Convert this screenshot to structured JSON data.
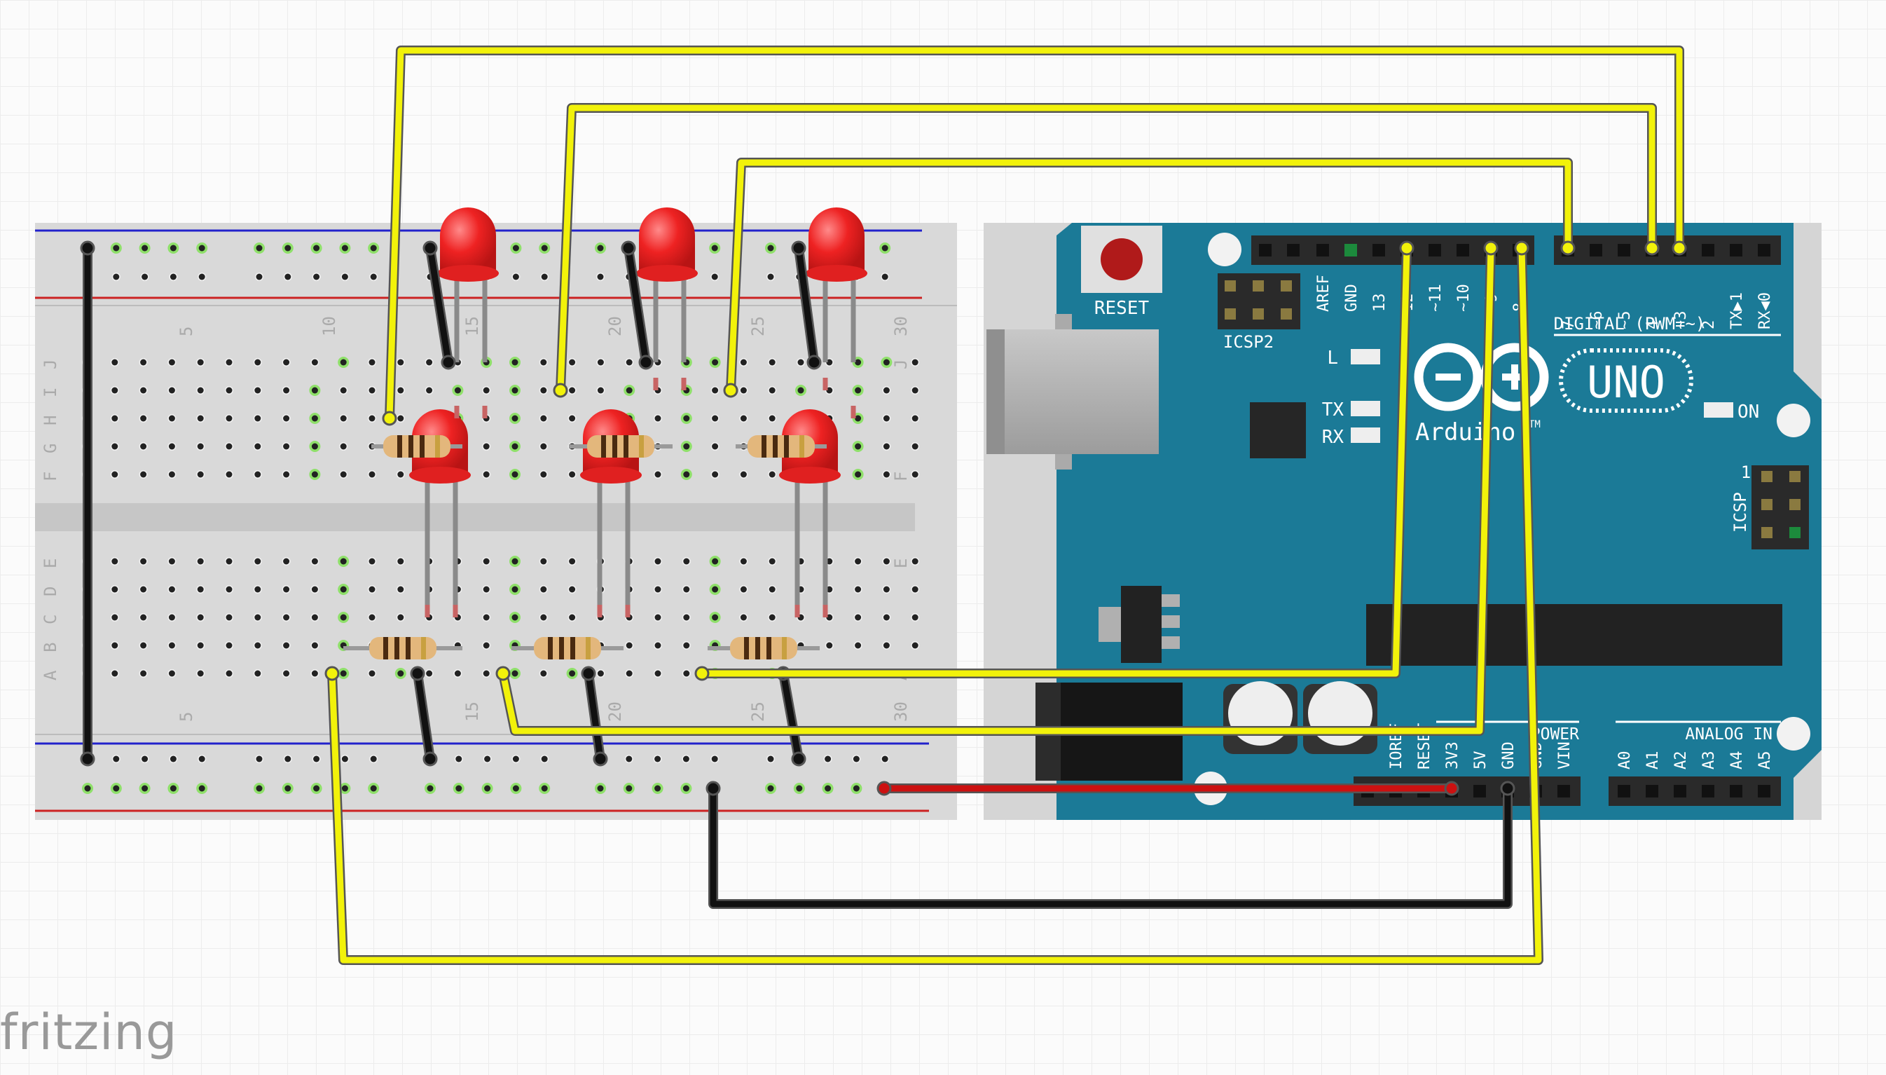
{
  "app": {
    "watermark": "fritzing"
  },
  "breadboard": {
    "columns_top": [
      "5",
      "10",
      "15",
      "20",
      "25",
      "30"
    ],
    "columns_bottom": [
      "5",
      "15",
      "20",
      "25",
      "30"
    ],
    "rows_upper": [
      "J",
      "I",
      "H",
      "G",
      "F"
    ],
    "rows_lower": [
      "E",
      "D",
      "C",
      "B",
      "A"
    ]
  },
  "arduino": {
    "reset_label": "RESET",
    "icsp2_label": "ICSP2",
    "icsp_label": "ICSP",
    "icsp_pin1": "1",
    "digital_label": "DIGITAL (PWM=~)",
    "logo_text": "Arduino",
    "tm": "TM",
    "uno_text": "UNO",
    "led_l": "L",
    "led_tx": "TX",
    "led_rx": "RX",
    "led_on": "ON",
    "power_label": "POWER",
    "analog_label": "ANALOG IN",
    "top_pins_left": [
      "AREF",
      "GND",
      "13",
      "12",
      "~11",
      "~10",
      "~9",
      "8"
    ],
    "top_pins_right": [
      "7",
      "~6",
      "~5",
      "4",
      "~3",
      "2",
      "TX▶1",
      "RX◀0"
    ],
    "power_pins": [
      "IOREF",
      "RESET",
      "3V3",
      "5V",
      "GND",
      "GND",
      "VIN"
    ],
    "analog_pins": [
      "A0",
      "A1",
      "A2",
      "A3",
      "A4",
      "A5"
    ]
  },
  "colors": {
    "wire_signal": "#f2f20a",
    "wire_ground": "#111111",
    "wire_power": "#cc1111",
    "board": "#1b7a97",
    "led": "#ee2222",
    "breadboard": "#d9d9d9"
  }
}
